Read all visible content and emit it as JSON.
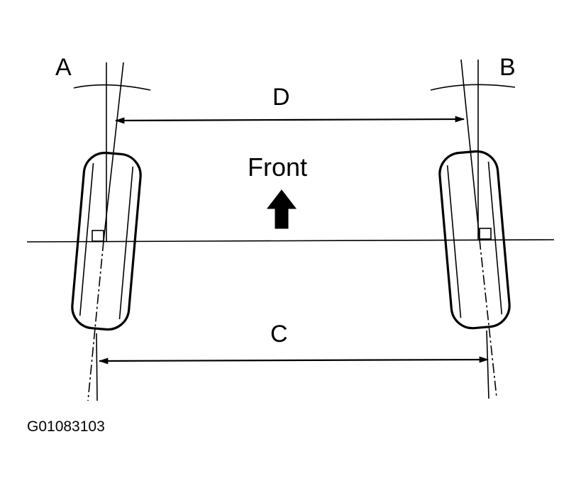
{
  "labels": {
    "angle_left": "A",
    "angle_right": "B",
    "front_distance": "D",
    "rear_distance": "C",
    "direction": "Front",
    "figure_id": "G01083103"
  },
  "colors": {
    "ink": "#000000",
    "background": "#ffffff"
  },
  "icons": {
    "direction_arrow": "arrow-up-icon"
  }
}
